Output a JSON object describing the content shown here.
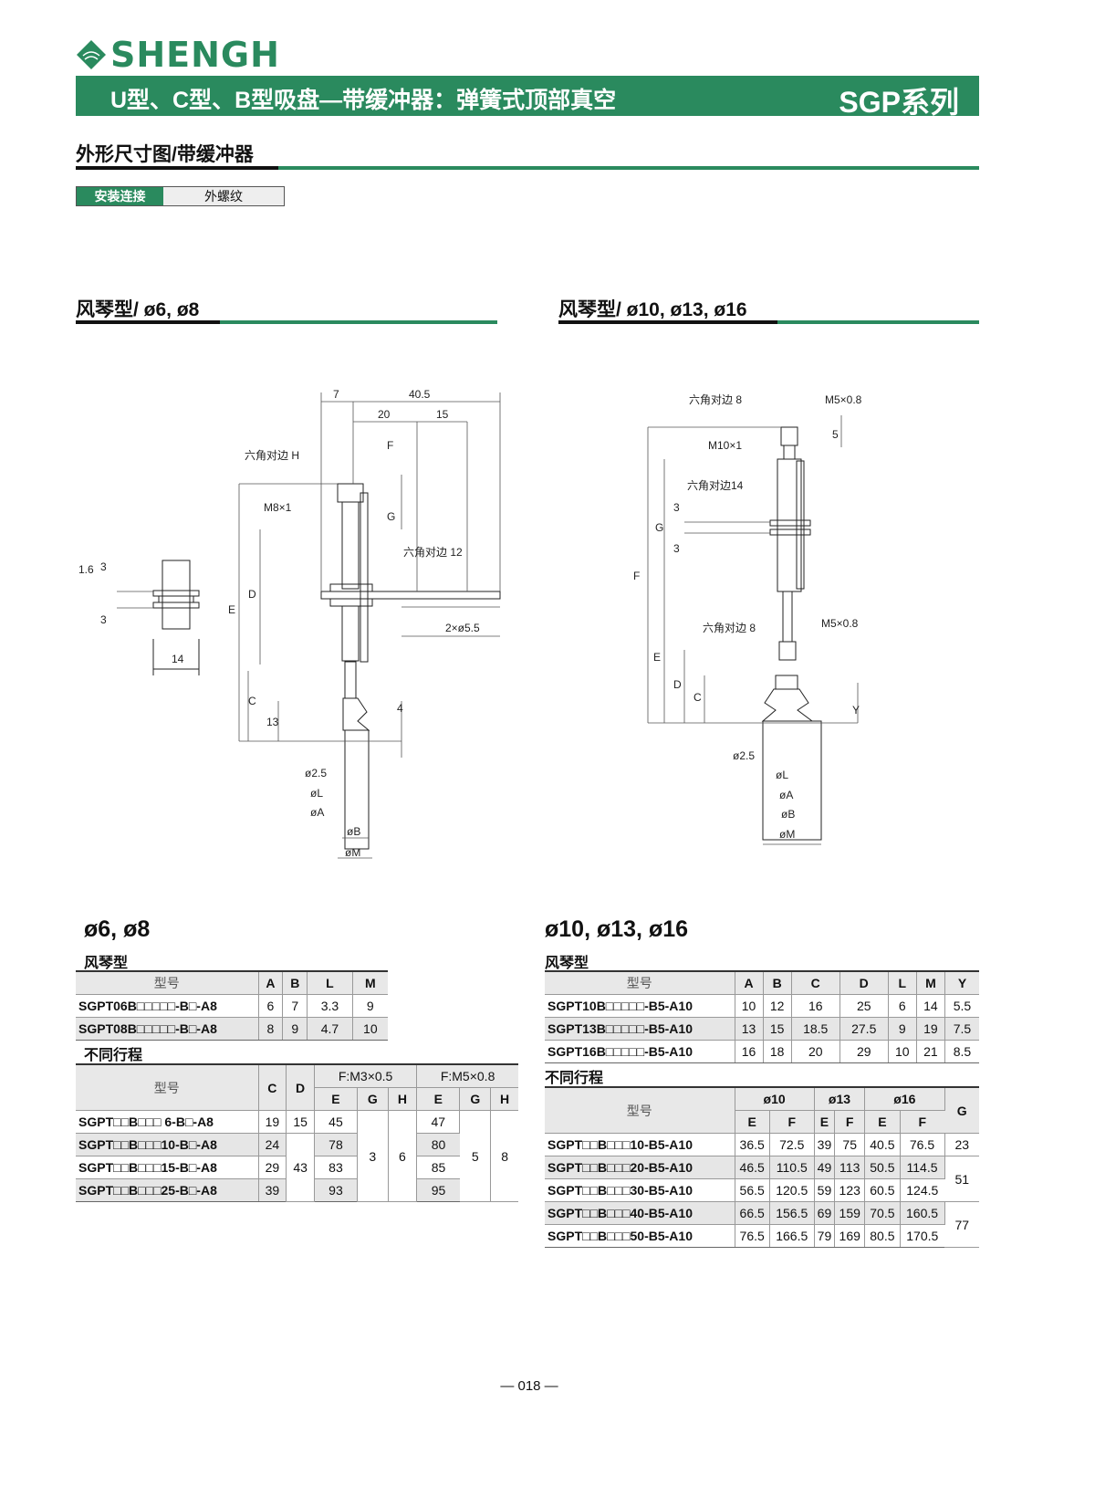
{
  "header": {
    "logo": "SHENGH",
    "title": "U型、C型、B型吸盘—带缓冲器：弹簧式顶部真空",
    "series": "SGP系列"
  },
  "section": {
    "title": "外形尺寸图/带缓冲器",
    "mount_label": "安装连接",
    "mount_value": "外螺纹"
  },
  "left": {
    "heading": "风琴型/ ø6, ø8",
    "drawing": {
      "d7": "7",
      "d405": "40.5",
      "d20": "20",
      "d15": "15",
      "hexH": "六角对边 H",
      "F": "F",
      "M8": "M8×1",
      "G": "G",
      "hex12": "六角对边 12",
      "E": "E",
      "D": "D",
      "C": "C",
      "d13": "13",
      "d4": "4",
      "d2x55": "2×ø5.5",
      "d16": "1.6",
      "d3a": "3",
      "d3b": "3",
      "d14": "14",
      "d25": "ø2.5",
      "L": "øL",
      "A": "øA",
      "B": "øB",
      "M": "øM"
    },
    "size_title": "ø6, ø8",
    "t1_title": "风琴型",
    "t1": {
      "head": [
        "型号",
        "A",
        "B",
        "L",
        "M"
      ],
      "rows": [
        [
          "SGPT06B□□□□□-B□-A8",
          "6",
          "7",
          "3.3",
          "9"
        ],
        [
          "SGPT08B□□□□□-B□-A8",
          "8",
          "9",
          "4.7",
          "10"
        ]
      ]
    },
    "t2_title": "不同行程",
    "t2": {
      "head": [
        "型号",
        "C",
        "D",
        "F:M3×0.5",
        "F:M5×0.8",
        "E",
        "G",
        "H",
        "E",
        "G",
        "H"
      ],
      "rows": [
        [
          "SGPT□□B□□□ 6-B□-A8",
          "19",
          "15",
          "45",
          "47"
        ],
        [
          "SGPT□□B□□□10-B□-A8",
          "24",
          "78",
          "80"
        ],
        [
          "SGPT□□B□□□15-B□-A8",
          "29",
          "83",
          "85"
        ],
        [
          "SGPT□□B□□□25-B□-A8",
          "39",
          "93",
          "95"
        ]
      ],
      "span": {
        "D": "43",
        "G1": "3",
        "H1": "6",
        "G2": "5",
        "H2": "8"
      }
    }
  },
  "right": {
    "heading": "风琴型/ ø10, ø13, ø16",
    "drawing": {
      "hex8a": "六角对边 8",
      "m5a": "M5×0.8",
      "d5": "5",
      "m10": "M10×1",
      "hex14": "六角对边14",
      "d3a": "3",
      "d3b": "3",
      "G": "G",
      "F": "F",
      "hex8b": "六角对边 8",
      "m5b": "M5×0.8",
      "E": "E",
      "D": "D",
      "C": "C",
      "Y": "Y",
      "d25": "ø2.5",
      "L": "øL",
      "A": "øA",
      "B": "øB",
      "M": "øM"
    },
    "size_title": "ø10, ø13, ø16",
    "t1_title": "风琴型",
    "t1": {
      "head": [
        "型号",
        "A",
        "B",
        "C",
        "D",
        "L",
        "M",
        "Y"
      ],
      "rows": [
        [
          "SGPT10B□□□□□-B5-A10",
          "10",
          "12",
          "16",
          "25",
          "6",
          "14",
          "5.5"
        ],
        [
          "SGPT13B□□□□□-B5-A10",
          "13",
          "15",
          "18.5",
          "27.5",
          "9",
          "19",
          "7.5"
        ],
        [
          "SGPT16B□□□□□-B5-A10",
          "16",
          "18",
          "20",
          "29",
          "10",
          "21",
          "8.5"
        ]
      ]
    },
    "t2_title": "不同行程",
    "t2": {
      "head": [
        "型号",
        "ø10",
        "ø13",
        "ø16",
        "G",
        "E",
        "F",
        "E",
        "F",
        "E",
        "F"
      ],
      "rows": [
        [
          "SGPT□□B□□□10-B5-A10",
          "36.5",
          "72.5",
          "39",
          "75",
          "40.5",
          "76.5",
          "23"
        ],
        [
          "SGPT□□B□□□20-B5-A10",
          "46.5",
          "110.5",
          "49",
          "113",
          "50.5",
          "114.5",
          "51"
        ],
        [
          "SGPT□□B□□□30-B5-A10",
          "56.5",
          "120.5",
          "59",
          "123",
          "60.5",
          "124.5"
        ],
        [
          "SGPT□□B□□□40-B5-A10",
          "66.5",
          "156.5",
          "69",
          "159",
          "70.5",
          "160.5",
          "77"
        ],
        [
          "SGPT□□B□□□50-B5-A10",
          "76.5",
          "166.5",
          "79",
          "169",
          "80.5",
          "170.5"
        ]
      ]
    }
  },
  "footer": {
    "page": "— 018 —"
  },
  "colors": {
    "brand": "#2a8a5e"
  }
}
